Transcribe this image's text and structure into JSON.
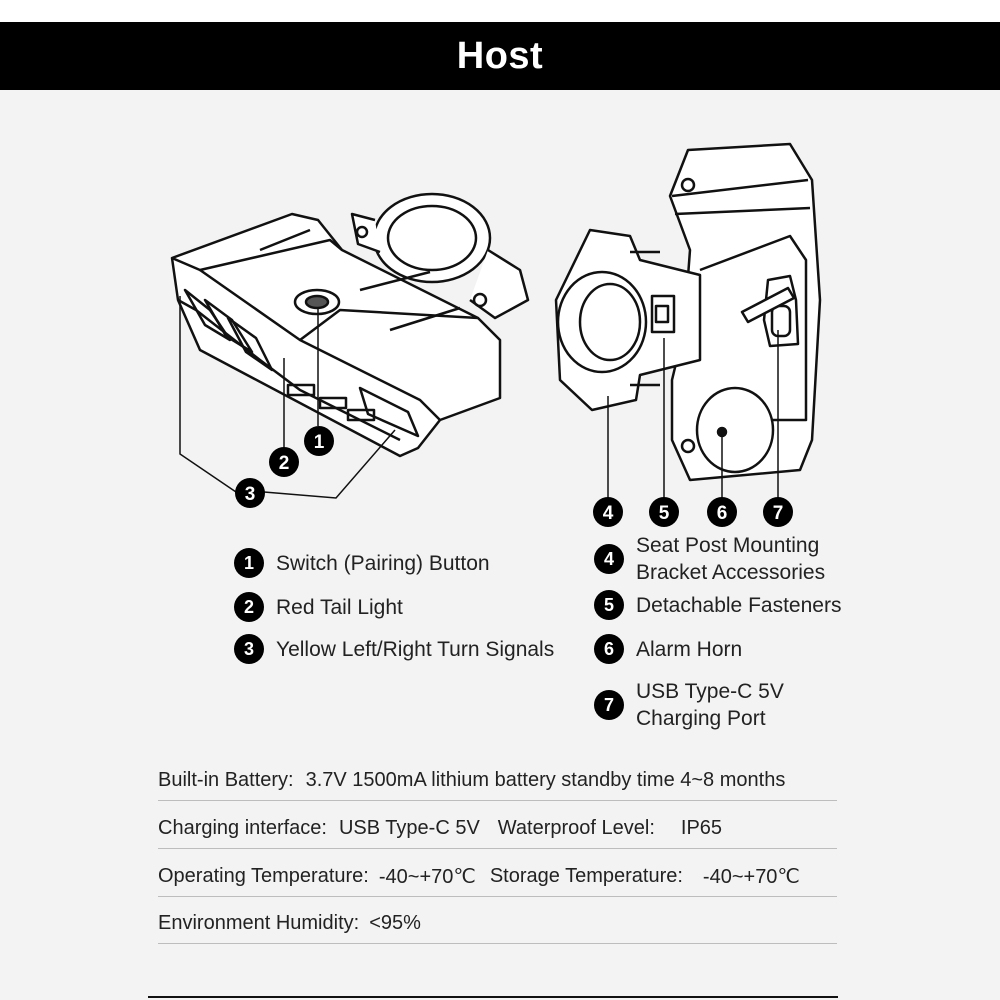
{
  "header": {
    "title": "Host"
  },
  "callouts": [
    "1",
    "2",
    "3",
    "4",
    "5",
    "6",
    "7"
  ],
  "legend_left": [
    {
      "num": "1",
      "label": "Switch (Pairing) Button"
    },
    {
      "num": "2",
      "label": "Red Tail Light"
    },
    {
      "num": "3",
      "label": "Yellow Left/Right Turn Signals"
    }
  ],
  "legend_right": [
    {
      "num": "4",
      "line1": "Seat Post Mounting",
      "line2": "Bracket Accessories"
    },
    {
      "num": "5",
      "line1": "Detachable Fasteners",
      "line2": ""
    },
    {
      "num": "6",
      "line1": "Alarm Horn",
      "line2": ""
    },
    {
      "num": "7",
      "line1": "USB Type-C 5V",
      "line2": "Charging Port"
    }
  ],
  "specs": {
    "battery_label": "Built-in Battery:",
    "battery_value": "3.7V 1500mA lithium battery standby time 4~8 months",
    "charging_label": "Charging interface:",
    "charging_value": "USB Type-C 5V",
    "waterproof_label": "Waterproof Level:",
    "waterproof_value": "IP65",
    "op_temp_label": "Operating Temperature:",
    "op_temp_value": "-40~+70℃",
    "storage_temp_label": "Storage Temperature:",
    "storage_temp_value": "-40~+70℃",
    "humidity_label": "Environment Humidity:",
    "humidity_value": "<95%"
  },
  "colors": {
    "header_bg": "#000000",
    "page_bg": "#f3f3f3",
    "badge": "#000000"
  }
}
